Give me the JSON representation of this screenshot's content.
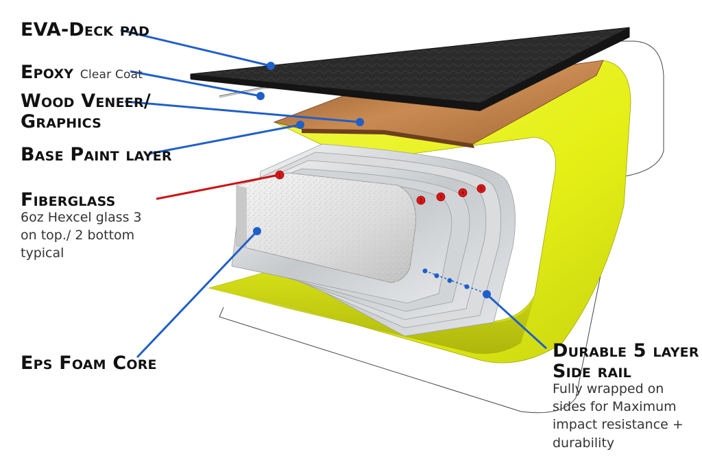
{
  "labels": {
    "deck_pad": "EVA-Deck pad",
    "epoxy": "Epoxy",
    "epoxy_sub": "Clear Coat",
    "wood_veneer_line1": "Wood Veneer/",
    "wood_veneer_line2": "Graphics",
    "base_paint": "Base Paint layer",
    "fiberglass": "Fiberglass",
    "fiberglass_desc_line1": "6oz Hexcel glass 3",
    "fiberglass_desc_line2": "on top./ 2 bottom",
    "fiberglass_desc_line3": "typical",
    "eps_core": "Eps Foam Core",
    "side_rail_line1": "Durable 5 layer",
    "side_rail_line2": "Side rail",
    "side_rail_desc_line1": "Fully wrapped on",
    "side_rail_desc_line2": "sides for Maximum",
    "side_rail_desc_line3": "impact resistance +",
    "side_rail_desc_line4": "durability"
  },
  "layer_markers": [
    "1",
    "2",
    "3",
    "4",
    "5"
  ],
  "colors": {
    "leader_blue": "#1f5fc9",
    "leader_red": "#cc1111",
    "deck_pad": "#2a2a2a",
    "wood": "#b97a45",
    "base_paint": "#e8f21a",
    "fiberglass": "#cfd2d4",
    "foam": "#e6e6e6",
    "marker_red": "#e01515"
  }
}
